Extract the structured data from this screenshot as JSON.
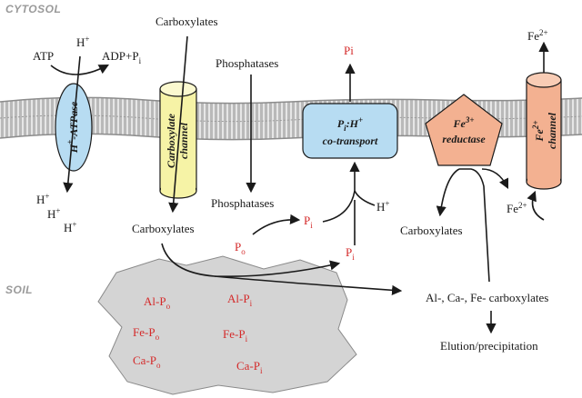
{
  "regions": {
    "cytosol": "CYTOSOL",
    "soil": "SOIL"
  },
  "colors": {
    "membrane": "#c8c8c8",
    "atpase": "#b7dcf2",
    "carboxylate_channel": "#f6f3a6",
    "transporter": "#b7dcf2",
    "reductase": "#f3b191",
    "fe_channel": "#f3b191",
    "soil_patch": "#d4d4d4",
    "red_text": "#d42a2a"
  },
  "proteins": {
    "atpase": {
      "name": "H",
      "sup": "+",
      "rest": "-ATPase"
    },
    "carboxylate_channel": {
      "line1": "Carboxylate",
      "line2": "channel"
    },
    "transporter": {
      "line1_main": "P",
      "line1_sub": "i",
      "line1_rest": ":H",
      "line1_sup": "+",
      "line2": "co-transport"
    },
    "reductase": {
      "line1_main": "Fe",
      "line1_sup": "3+",
      "line2": "reductase"
    },
    "fe_channel": {
      "line1_main": "Fe",
      "line1_sup": "2+",
      "line2": "channel"
    }
  },
  "labels": {
    "atp": "ATP",
    "h_top": "H",
    "h_sup": "+",
    "adp": "ADP+P",
    "adp_sub": "i",
    "carboxylates_top": "Carboxylates",
    "phosphatases_top": "Phosphatases",
    "pi_top": "Pi",
    "fe2_top": "Fe",
    "fe2_sup": "2+",
    "h_out1": "H",
    "h_out2": "H",
    "h_out3": "H",
    "phosphatases_bottom": "Phosphatases",
    "carboxylates_bottom": "Carboxylates",
    "h_coupled": "H",
    "carboxylates_right": "Carboxylates",
    "fe2_right": "Fe",
    "fe2_right_sup": "2+",
    "po": "P",
    "po_sub": "o",
    "pi_mid": "P",
    "pi_mid_sub": "i",
    "pi_low": "P",
    "pi_low_sub": "i",
    "metal_carboxylates": "Al-, Ca-, Fe- carboxylates",
    "elution": "Elution/precipitation"
  },
  "soil_pools": [
    {
      "main": "Al-P",
      "sub": "o"
    },
    {
      "main": "Al-P",
      "sub": "i"
    },
    {
      "main": "Fe-P",
      "sub": "o"
    },
    {
      "main": "Fe-P",
      "sub": "i"
    },
    {
      "main": "Ca-P",
      "sub": "o"
    },
    {
      "main": "Ca-P",
      "sub": "i"
    }
  ]
}
